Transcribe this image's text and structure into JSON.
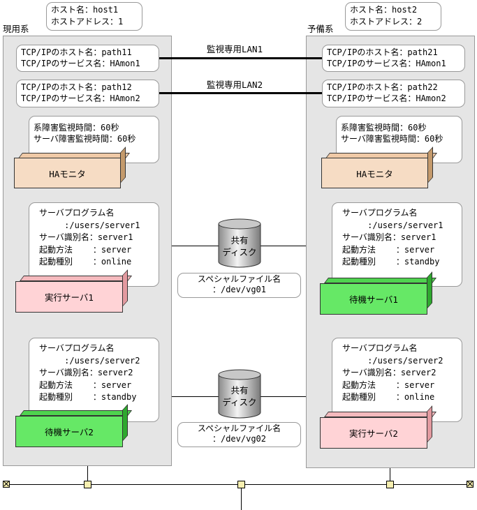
{
  "primary": {
    "system_label": "現用系",
    "host_info": "ホスト名：host1\nホストアドレス：1",
    "tcpip1": "TCP/IPのホスト名：path11\nTCP/IPのサービス名：HAmon1",
    "tcpip2": "TCP/IPのホスト名：path12\nTCP/IPのサービス名：HAmon2",
    "monitor_times": "系障害監視時間：60秒\nサーバ障害監視時間：60秒",
    "ha_monitor": "HAモニタ",
    "server1_info": "サーバプログラム名\n     :/users/server1\nサーバ識別名：server1\n起動方法    ：server\n起動種別    ：online",
    "server1_box": "実行サーバ1",
    "server2_info": "サーバプログラム名\n     :/users/server2\nサーバ識別名：server2\n起動方法    ：server\n起動種別    ：standby",
    "server2_box": "待機サーバ2"
  },
  "standby": {
    "system_label": "予備系",
    "host_info": "ホスト名：host2\nホストアドレス：2",
    "tcpip1": "TCP/IPのホスト名：path21\nTCP/IPのサービス名：HAmon1",
    "tcpip2": "TCP/IPのホスト名：path22\nTCP/IPのサービス名：HAmon2",
    "monitor_times": "系障害監視時間：60秒\nサーバ障害監視時間：60秒",
    "ha_monitor": "HAモニタ",
    "server1_info": "サーバプログラム名\n     :/users/server1\nサーバ識別名：server1\n起動方法    ：server\n起動種別    ：standby",
    "server1_box": "待機サーバ1",
    "server2_info": "サーバプログラム名\n     :/users/server2\nサーバ識別名：server2\n起動方法    ：server\n起動種別    ：online",
    "server2_box": "実行サーバ2"
  },
  "lan1_label": "監視専用LAN1",
  "lan2_label": "監視専用LAN2",
  "disk1": {
    "label": "共有\nディスク",
    "file": "スペシャルファイル名\n：/dev/vg01"
  },
  "disk2": {
    "label": "共有\nディスク",
    "file": "スペシャルファイル名\n：/dev/vg02"
  },
  "colors": {
    "panel": "#e5e5e5",
    "ha_front": "#f6dcc4",
    "ha_side": "#c49a6c",
    "active_front": "#ffd3d6",
    "active_side": "#e39aa0",
    "standby_front": "#66e866",
    "standby_side": "#2fa82f",
    "tap": "#f7efb0"
  }
}
